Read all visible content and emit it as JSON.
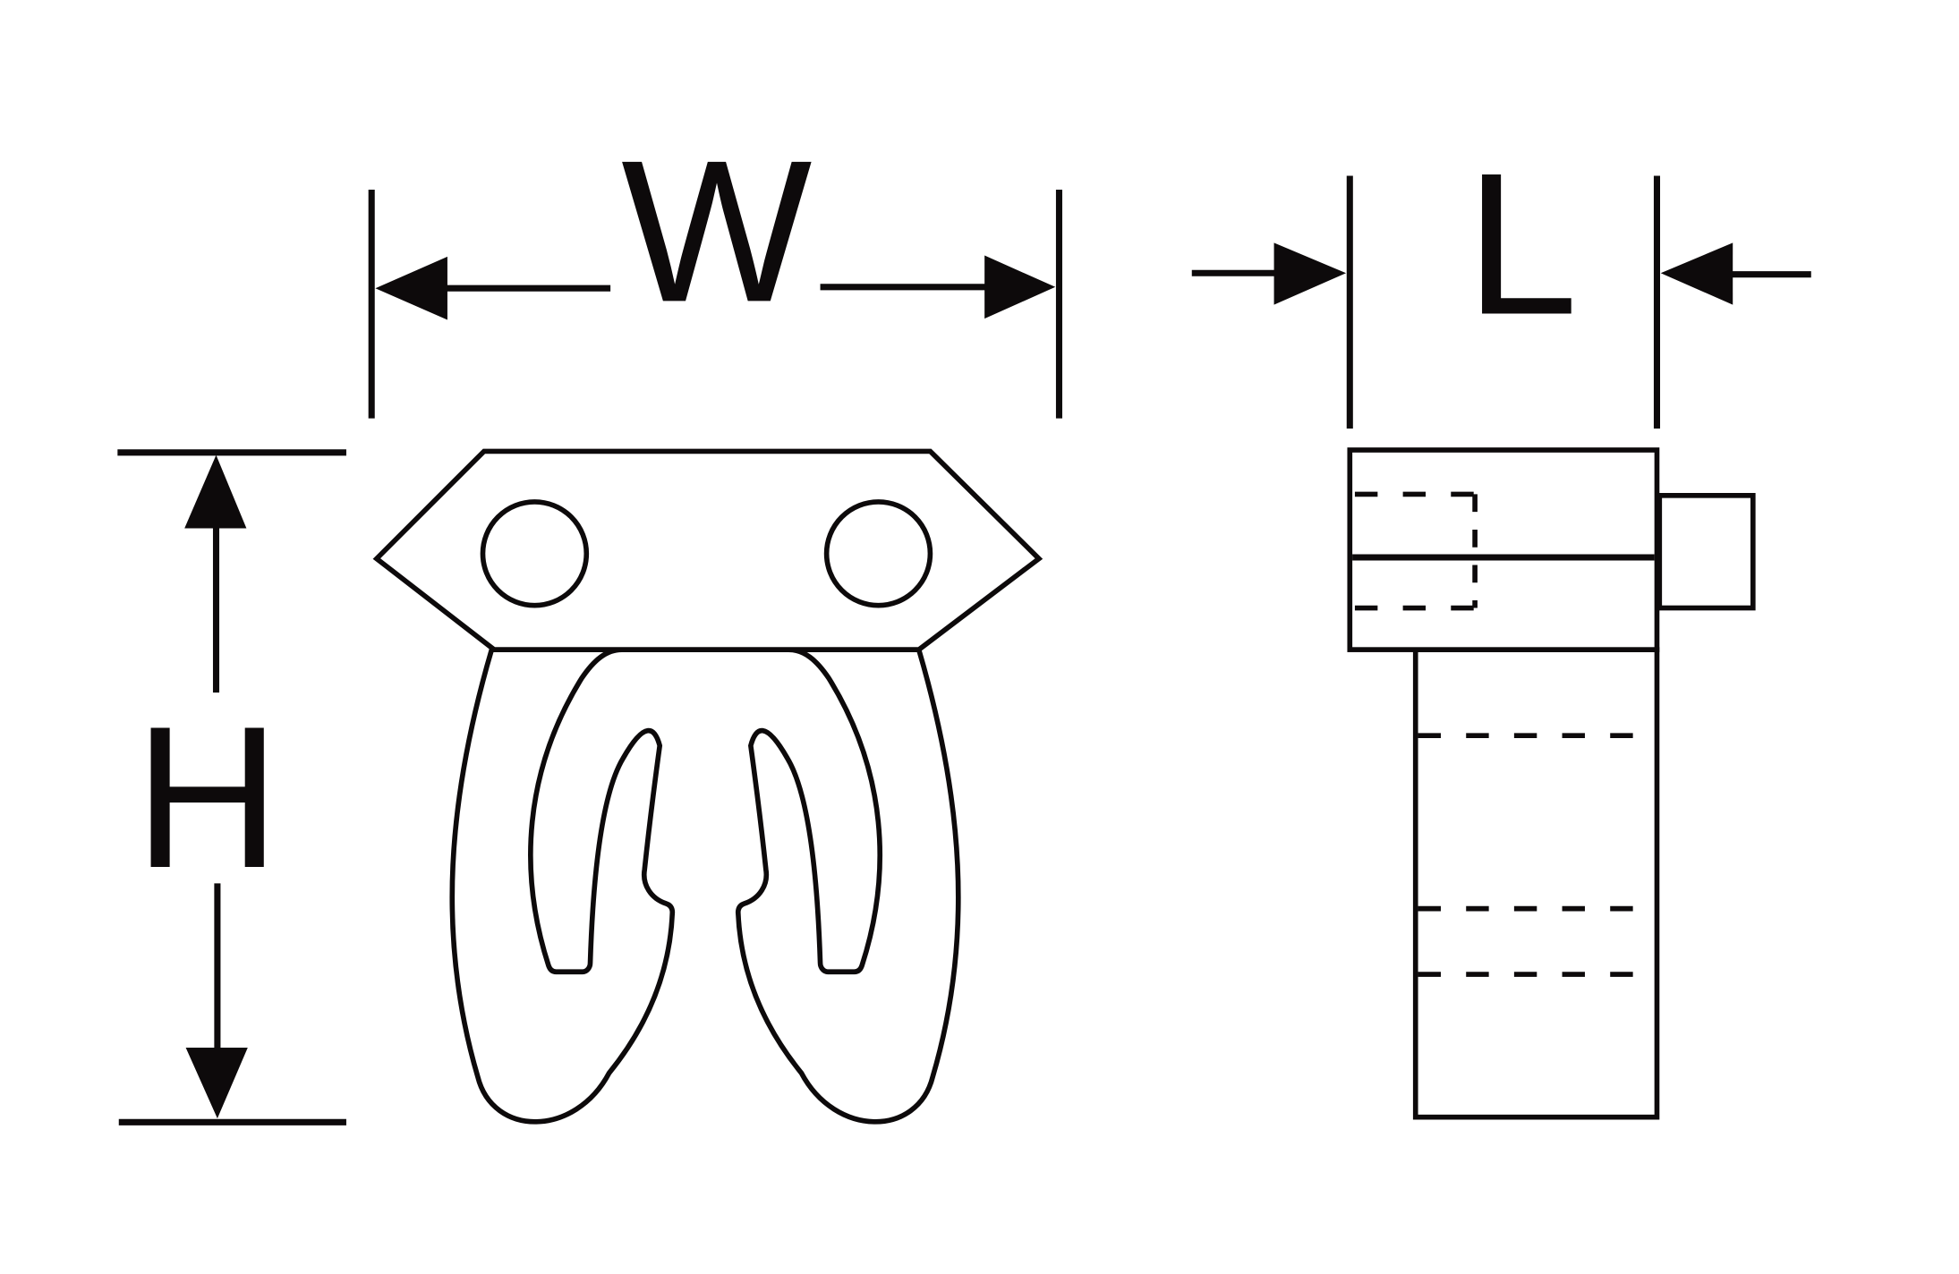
{
  "diagram": {
    "labels": {
      "width": "W",
      "length": "L",
      "height": "H"
    },
    "colors": {
      "stroke": "#0d0a0b",
      "background": "#ffffff"
    }
  }
}
